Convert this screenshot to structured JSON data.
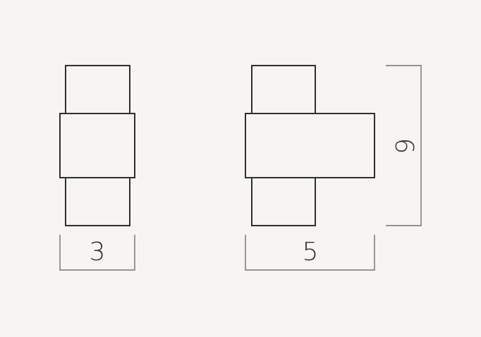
{
  "diagram": {
    "views": [
      {
        "id": "side",
        "width_label": "3"
      },
      {
        "id": "front",
        "width_label": "5",
        "height_label": "6"
      }
    ]
  },
  "colors": {
    "background": "#f6f5f3",
    "line": "#2f2f2f",
    "dimension_line": "#5a5a5a"
  }
}
